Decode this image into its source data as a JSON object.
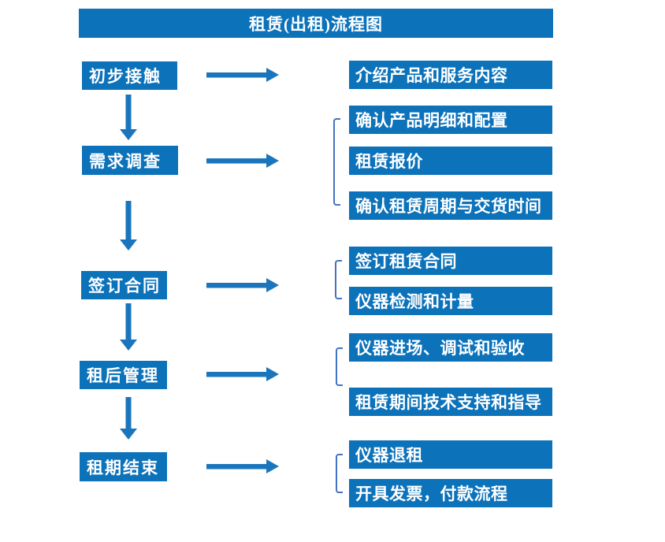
{
  "title": "租赁(出租)流程图",
  "colors": {
    "accent": "#0c72ba",
    "arrow": "#1b75bc",
    "bracket": "#4472c4",
    "box_text": "#ffffff",
    "page_bg": "#ffffff"
  },
  "flow": [
    {
      "step": "初步接触",
      "details": [
        "介绍产品和服务内容"
      ]
    },
    {
      "step": "需求调查",
      "details": [
        "确认产品明细和配置",
        "租赁报价",
        "确认租赁周期与交货时间"
      ]
    },
    {
      "step": "签订合同",
      "details": [
        "签订租赁合同",
        "仪器检测和计量"
      ]
    },
    {
      "step": "租后管理",
      "details": [
        "仪器进场、调试和验收",
        "租赁期间技术支持和指导"
      ]
    },
    {
      "step": "租期结束",
      "details": [
        "仪器退租",
        "开具发票，付款流程"
      ]
    }
  ]
}
